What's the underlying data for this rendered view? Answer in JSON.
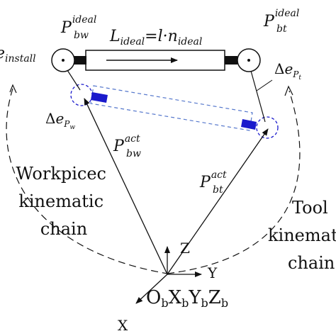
{
  "labels": {
    "p_bw_ideal": {
      "base": "P",
      "sub": "bw",
      "sup": "ideal"
    },
    "p_bt_ideal": {
      "base": "P",
      "sub": "bt",
      "sup": "ideal"
    },
    "p_bw_act": {
      "base": "P",
      "sub": "bw",
      "sup": "act"
    },
    "p_bt_act": {
      "base": "P",
      "sub": "bt",
      "sup": "act"
    },
    "l_ideal": {
      "l": "L",
      "l_sub": "ideal",
      "eq": "=l·n",
      "n_sub": "ideal"
    },
    "e_install": {
      "base": "e",
      "sub": "install"
    },
    "delta_e_pw": {
      "delta": "Δ",
      "base": "e",
      "sub": "P",
      "subsub": "w"
    },
    "delta_e_pt": {
      "delta": "Δ",
      "base": "e",
      "sub": "P",
      "subsub": "t"
    },
    "workpiece_chain": [
      "Workpicec",
      "kinematic",
      "chain"
    ],
    "tool_chain": [
      "Tool",
      "kinematic",
      "chain"
    ],
    "axis_z": "Z",
    "axis_y": "Y",
    "axis_x": "X",
    "frame": {
      "o": "O",
      "o_sub": "b",
      "x": "X",
      "x_sub": "b",
      "y": "Y",
      "y_sub": "b",
      "z": "Z",
      "z_sub": "b"
    }
  },
  "colors": {
    "ink": "#111111",
    "actual": "#1a1acc",
    "dashed_box": "#5577cc"
  }
}
